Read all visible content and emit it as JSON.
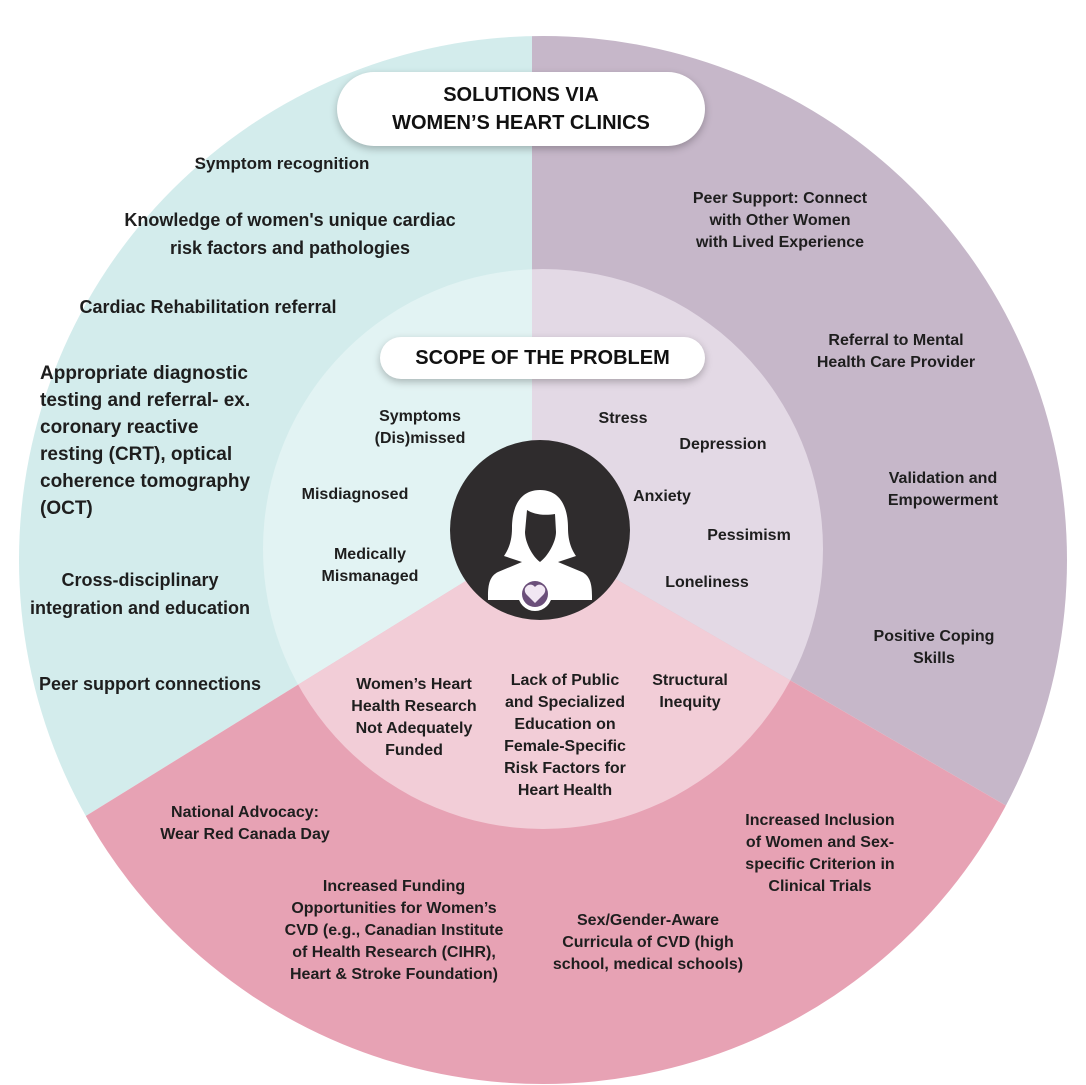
{
  "title": "SOLUTIONS VIA\nWOMEN’S HEART CLINICS",
  "scope_title": "SCOPE OF THE PROBLEM",
  "colors": {
    "teal_outer": "#d3ecec",
    "teal_inner": "#e2f3f3",
    "purple_outer": "#c6b7c9",
    "purple_inner": "#e3d9e5",
    "pink_outer": "#e7a2b4",
    "pink_inner": "#f2cdd7",
    "center": "#2f2c2d",
    "heart_ring": "#6b4f7a"
  },
  "icons": {
    "center": "woman-avatar-icon",
    "badge": "heart-icon"
  },
  "outer": {
    "clinical": [
      "Symptom recognition",
      "Knowledge of women's unique cardiac\nrisk factors and pathologies",
      "Cardiac Rehabilitation referral",
      "Appropriate diagnostic\ntesting and referral- ex.\ncoronary reactive\nresting (CRT), optical\ncoherence tomography\n(OCT)",
      "Cross-disciplinary\nintegration and education",
      "Peer support connections"
    ],
    "psychosocial": [
      "Peer Support: Connect\nwith Other Women\nwith Lived Experience",
      "Referral to Mental\nHealth Care Provider",
      "Validation and\nEmpowerment",
      "Positive Coping\nSkills"
    ],
    "systemic": [
      "National Advocacy:\nWear Red Canada Day",
      "Increased Funding\nOpportunities for Women’s\nCVD (e.g., Canadian Institute\nof Health Research (CIHR),\nHeart & Stroke Foundation)",
      "Sex/Gender-Aware\nCurricula of CVD (high\nschool, medical schools)",
      "Increased Inclusion\nof Women and Sex-\nspecific Criterion in\nClinical Trials"
    ]
  },
  "inner": {
    "clinical": [
      "Symptoms\n(Dis)missed",
      "Misdiagnosed",
      "Medically\nMismanaged"
    ],
    "psychosocial": [
      "Stress",
      "Depression",
      "Anxiety",
      "Pessimism",
      "Loneliness"
    ],
    "systemic": [
      "Women’s Heart\nHealth Research\nNot Adequately\nFunded",
      "Lack of Public\nand Specialized\nEducation on\nFemale-Specific\nRisk Factors for\nHeart Health",
      "Structural\nInequity"
    ]
  }
}
